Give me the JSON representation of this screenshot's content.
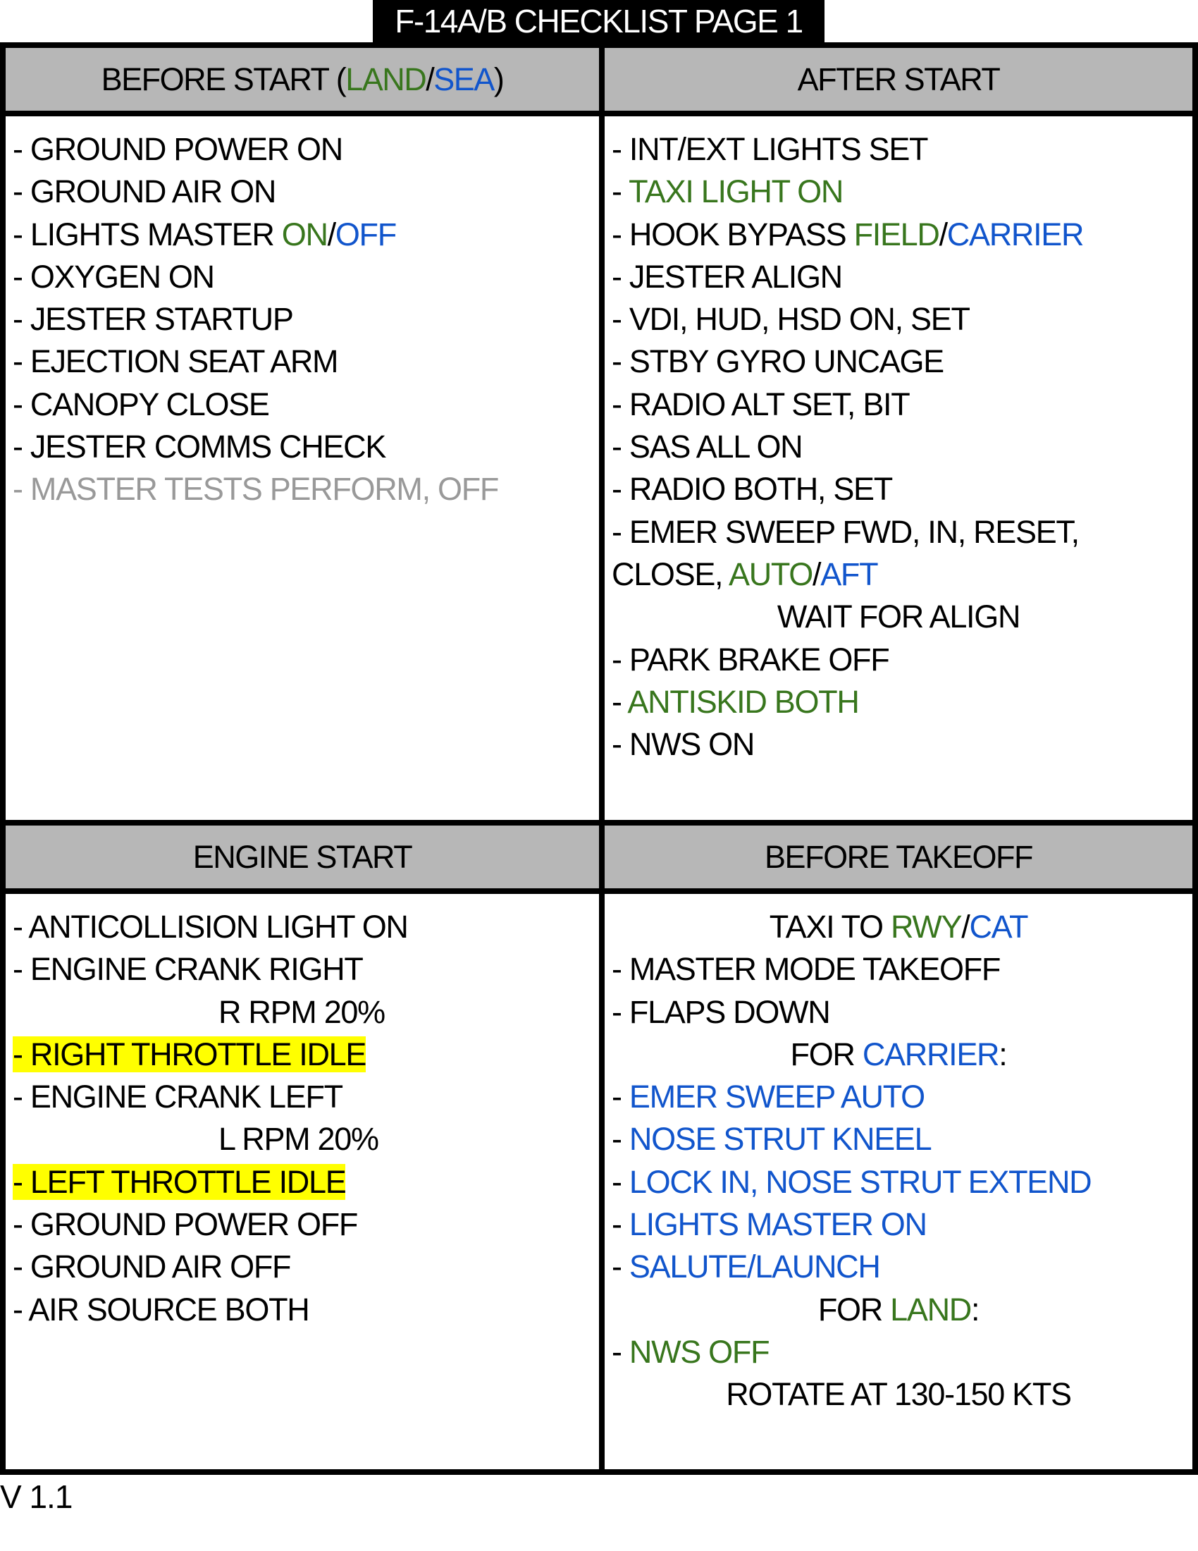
{
  "title": "F-14A/B CHECKLIST PAGE 1",
  "colors": {
    "land_green": "#38761d",
    "sea_blue": "#1155cc",
    "header_grey": "#b7b7b7",
    "highlight_yellow": "#ffff00",
    "muted_grey": "#999999"
  },
  "sections": {
    "before_start": {
      "header": {
        "prefix": "BEFORE START (",
        "land": "LAND",
        "slash": "/",
        "sea": "SEA",
        "suffix": ")"
      },
      "items": [
        {
          "dash": "- ",
          "text": "GROUND POWER ON"
        },
        {
          "dash": "- ",
          "text": "GROUND AIR ON"
        },
        {
          "dash": "- ",
          "text": "LIGHTS MASTER ",
          "land": "ON",
          "slash": "/",
          "sea": "OFF"
        },
        {
          "dash": "- ",
          "text": "OXYGEN ON"
        },
        {
          "dash": "- ",
          "text": "JESTER STARTUP"
        },
        {
          "dash": "- ",
          "text": "EJECTION SEAT ARM"
        },
        {
          "dash": "- ",
          "text": "CANOPY CLOSE"
        },
        {
          "dash": "- ",
          "text": "JESTER COMMS CHECK"
        },
        {
          "dash": "- ",
          "text": "MASTER TESTS PERFORM, OFF",
          "style": "muted"
        }
      ]
    },
    "after_start": {
      "header": "AFTER START",
      "items": [
        {
          "dash": "- ",
          "text": "INT/EXT LIGHTS SET"
        },
        {
          "dash": "- ",
          "text": "TAXI LIGHT ON",
          "style": "land"
        },
        {
          "dash": "- ",
          "text": "HOOK BYPASS ",
          "land": "FIELD",
          "slash": "/",
          "sea": "CARRIER"
        },
        {
          "dash": "- ",
          "text": "JESTER ALIGN"
        },
        {
          "dash": "- ",
          "text": "VDI, HUD, HSD ON, SET"
        },
        {
          "dash": "- ",
          "text": "STBY GYRO UNCAGE"
        },
        {
          "dash": "- ",
          "text": "RADIO ALT SET, BIT"
        },
        {
          "dash": "- ",
          "text": "SAS ALL ON"
        },
        {
          "dash": "- ",
          "text": "RADIO BOTH, SET"
        },
        {
          "dash": "- ",
          "text": "EMER SWEEP FWD, IN, RESET,"
        },
        {
          "text": "CLOSE, ",
          "land": "AUTO",
          "slash": "/",
          "sea": "AFT"
        },
        {
          "text": "WAIT FOR ALIGN",
          "align": "center"
        },
        {
          "dash": "- ",
          "text": "PARK BRAKE OFF"
        },
        {
          "dash": "- ",
          "text": "ANTISKID BOTH",
          "style": "land"
        },
        {
          "dash": "- ",
          "text": "NWS ON"
        }
      ]
    },
    "engine_start": {
      "header": "ENGINE START",
      "items": [
        {
          "dash": "- ",
          "text": "ANTICOLLISION LIGHT ON"
        },
        {
          "dash": "- ",
          "text": "ENGINE CRANK RIGHT"
        },
        {
          "text": "R RPM 20%",
          "align": "indent"
        },
        {
          "dash": "- ",
          "text": "RIGHT THROTTLE IDLE",
          "highlight": true
        },
        {
          "dash": "- ",
          "text": "ENGINE CRANK LEFT"
        },
        {
          "text": "L RPM 20%",
          "align": "indent"
        },
        {
          "dash": "- ",
          "text": "LEFT THROTTLE IDLE",
          "highlight": true
        },
        {
          "dash": "- ",
          "text": "GROUND POWER OFF"
        },
        {
          "dash": "- ",
          "text": "GROUND AIR OFF"
        },
        {
          "dash": "- ",
          "text": "AIR SOURCE BOTH"
        }
      ]
    },
    "before_takeoff": {
      "header": "BEFORE TAKEOFF",
      "items": [
        {
          "text": "TAXI TO ",
          "land": "RWY",
          "slash": "/",
          "sea": "CAT",
          "align": "center"
        },
        {
          "dash": "- ",
          "text": "MASTER MODE TAKEOFF"
        },
        {
          "dash": "- ",
          "text": "FLAPS DOWN"
        },
        {
          "text": "FOR ",
          "sea": "CARRIER",
          "suffix": ":",
          "align": "center"
        },
        {
          "dash": "- ",
          "text": "EMER SWEEP AUTO",
          "style": "sea"
        },
        {
          "dash": "- ",
          "text": "NOSE STRUT KNEEL",
          "style": "sea"
        },
        {
          "dash": "- ",
          "text": "LOCK IN, NOSE STRUT EXTEND",
          "style": "sea"
        },
        {
          "dash": "- ",
          "text": "LIGHTS MASTER ON",
          "style": "sea"
        },
        {
          "dash": "- ",
          "text": "SALUTE/LAUNCH",
          "style": "sea"
        },
        {
          "text": "FOR ",
          "land": "LAND",
          "suffix": ":",
          "align": "center"
        },
        {
          "dash": "- ",
          "text": "NWS OFF",
          "style": "land"
        },
        {
          "text": "ROTATE AT 130-150 KTS",
          "align": "center"
        }
      ]
    }
  },
  "footer": {
    "version": "V 1.1"
  }
}
